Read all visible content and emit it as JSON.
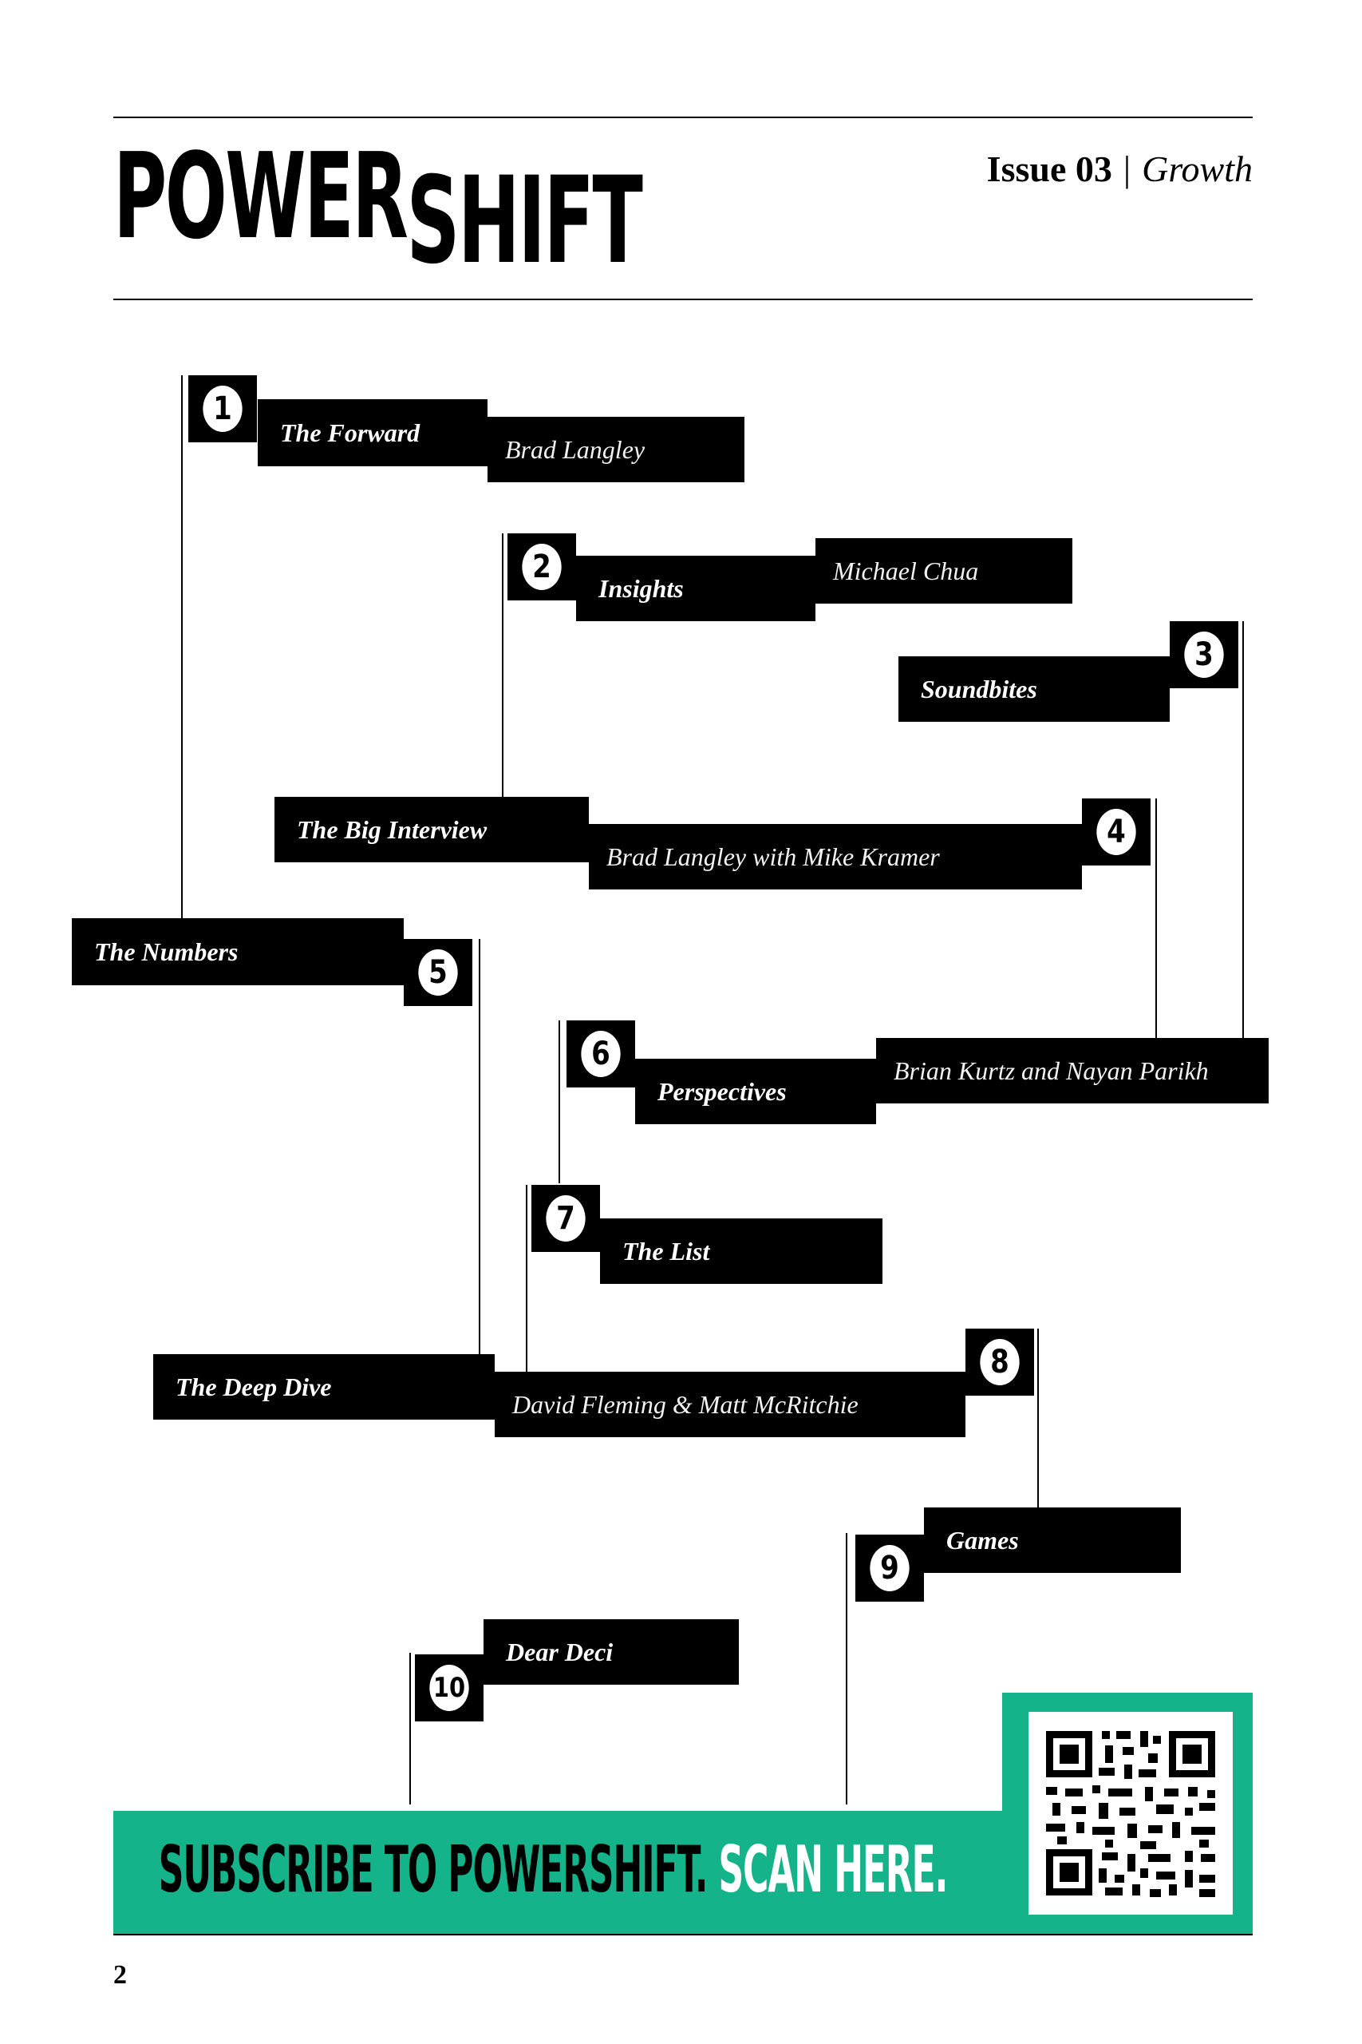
{
  "header": {
    "logo_part1": "POWER",
    "logo_part2": "SHIFT",
    "issue": "Issue 03",
    "divider": "|",
    "theme": "Growth"
  },
  "toc": [
    {
      "number": "1",
      "title": "The Forward",
      "author": "Brad Langley"
    },
    {
      "number": "2",
      "title": "Insights",
      "author": "Michael Chua"
    },
    {
      "number": "3",
      "title": "Soundbites",
      "author": ""
    },
    {
      "number": "4",
      "title": "The Big Interview",
      "author": "Brad Langley with Mike Kramer"
    },
    {
      "number": "5",
      "title": "The Numbers",
      "author": ""
    },
    {
      "number": "6",
      "title": "Perspectives",
      "author": "Brian Kurtz and Nayan Parikh"
    },
    {
      "number": "7",
      "title": "The List",
      "author": ""
    },
    {
      "number": "8",
      "title": "The Deep Dive",
      "author": "David Fleming & Matt McRitchie"
    },
    {
      "number": "9",
      "title": "Games",
      "author": ""
    },
    {
      "number": "10",
      "title": "Dear Deci",
      "author": ""
    }
  ],
  "banner": {
    "text_dark": "SUBSCRIBE TO POWERSHIFT.",
    "text_light": " SCAN HERE."
  },
  "page_number": "2",
  "colors": {
    "accent": "#15b38a",
    "ink": "#000000",
    "paper": "#ffffff"
  }
}
